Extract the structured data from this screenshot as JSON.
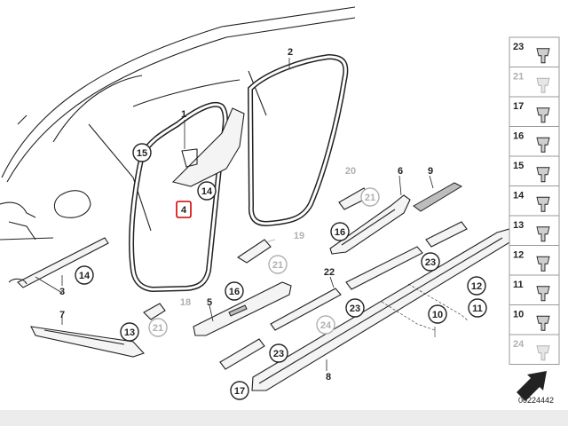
{
  "diagram_number": "00224442",
  "main_callouts": [
    {
      "id": "c1",
      "label": "1",
      "circled": false,
      "ghost": false
    },
    {
      "id": "c2",
      "label": "2",
      "circled": false,
      "ghost": false
    },
    {
      "id": "c3",
      "label": "3",
      "circled": false,
      "ghost": false
    },
    {
      "id": "c4",
      "label": "4",
      "circled": false,
      "ghost": false,
      "highlighted": true
    },
    {
      "id": "c5",
      "label": "5",
      "circled": false,
      "ghost": false
    },
    {
      "id": "c6",
      "label": "6",
      "circled": false,
      "ghost": false
    },
    {
      "id": "c7",
      "label": "7",
      "circled": false,
      "ghost": false
    },
    {
      "id": "c8",
      "label": "8",
      "circled": false,
      "ghost": false
    },
    {
      "id": "c9",
      "label": "9",
      "circled": false,
      "ghost": false
    },
    {
      "id": "c22",
      "label": "22",
      "circled": false,
      "ghost": false
    },
    {
      "id": "c19",
      "label": "19",
      "circled": false,
      "ghost": true
    },
    {
      "id": "c18",
      "label": "18",
      "circled": false,
      "ghost": true
    },
    {
      "id": "c20",
      "label": "20",
      "circled": false,
      "ghost": true
    },
    {
      "id": "c15",
      "label": "15",
      "circled": true,
      "ghost": false
    },
    {
      "id": "c14a",
      "label": "14",
      "circled": true,
      "ghost": false
    },
    {
      "id": "c14b",
      "label": "14",
      "circled": true,
      "ghost": false
    },
    {
      "id": "c16a",
      "label": "16",
      "circled": true,
      "ghost": false
    },
    {
      "id": "c16b",
      "label": "16",
      "circled": true,
      "ghost": false
    },
    {
      "id": "c23a",
      "label": "23",
      "circled": true,
      "ghost": false
    },
    {
      "id": "c23b",
      "label": "23",
      "circled": true,
      "ghost": false
    },
    {
      "id": "c23c",
      "label": "23",
      "circled": true,
      "ghost": false
    },
    {
      "id": "c13",
      "label": "13",
      "circled": true,
      "ghost": false
    },
    {
      "id": "c17",
      "label": "17",
      "circled": true,
      "ghost": false
    },
    {
      "id": "c10",
      "label": "10",
      "circled": true,
      "ghost": false
    },
    {
      "id": "c11",
      "label": "11",
      "circled": true,
      "ghost": false
    },
    {
      "id": "c12",
      "label": "12",
      "circled": true,
      "ghost": false
    },
    {
      "id": "c21a",
      "label": "21",
      "circled": true,
      "ghost": true
    },
    {
      "id": "c21b",
      "label": "21",
      "circled": true,
      "ghost": true
    },
    {
      "id": "c21c",
      "label": "21",
      "circled": true,
      "ghost": true
    },
    {
      "id": "c24",
      "label": "24",
      "circled": true,
      "ghost": true
    }
  ],
  "legend": [
    {
      "label": "23",
      "ghost": false
    },
    {
      "label": "21",
      "ghost": true
    },
    {
      "label": "17",
      "ghost": false
    },
    {
      "label": "16",
      "ghost": false
    },
    {
      "label": "15",
      "ghost": false
    },
    {
      "label": "14",
      "ghost": false
    },
    {
      "label": "13",
      "ghost": false
    },
    {
      "label": "12",
      "ghost": false
    },
    {
      "label": "11",
      "ghost": false
    },
    {
      "label": "10",
      "ghost": false
    },
    {
      "label": "24",
      "ghost": true
    }
  ],
  "colors": {
    "highlight": "#d40000",
    "ink": "#222222",
    "ghost": "#b0b0b0",
    "panel_border": "#999999",
    "bottom_bar": "#ececec"
  }
}
